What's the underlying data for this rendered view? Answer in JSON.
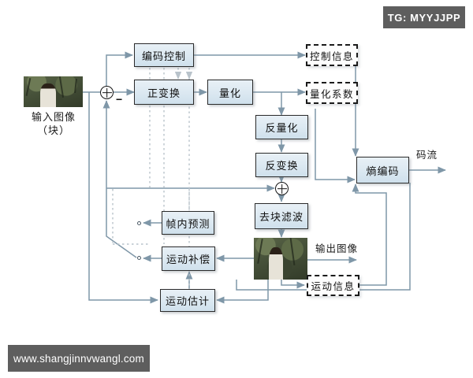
{
  "diagram": {
    "title_badge": "TG: MYYJJPP",
    "footer_badge": "www.shangjinnvwangl.com",
    "blocks": [
      {
        "id": "coding_control",
        "label": "编码控制"
      },
      {
        "id": "forward_transform",
        "label": "正变换"
      },
      {
        "id": "quantization",
        "label": "量化"
      },
      {
        "id": "inverse_quantization",
        "label": "反量化"
      },
      {
        "id": "inverse_transform",
        "label": "反变换"
      },
      {
        "id": "entropy_coding",
        "label": "熵编码"
      },
      {
        "id": "deblocking_filter",
        "label": "去块滤波"
      },
      {
        "id": "intra_prediction",
        "label": "帧内预测"
      },
      {
        "id": "motion_compensation",
        "label": "运动补偿"
      },
      {
        "id": "motion_estimation",
        "label": "运动估计"
      }
    ],
    "dashed_blocks": [
      {
        "id": "control_info",
        "label": "控制信息"
      },
      {
        "id": "quant_coefficients",
        "label": "量化系数"
      },
      {
        "id": "motion_info",
        "label": "运动信息"
      }
    ],
    "labels": [
      {
        "id": "input_image",
        "text": "输入图像\n（块）"
      },
      {
        "id": "output_image",
        "text": "输出图像"
      },
      {
        "id": "bitstream",
        "text": "码流"
      }
    ],
    "operators": [
      {
        "id": "subtractor",
        "symbol": "⊕",
        "sign": "−"
      },
      {
        "id": "adder",
        "symbol": "⊕"
      }
    ],
    "colors": {
      "wire": "#7f97a8",
      "block_border": "#2b2b2b",
      "block_fill": "#dbe8f1",
      "badge_bg": "#5e5e5e",
      "dashed_border": "#1a1a1a"
    }
  }
}
